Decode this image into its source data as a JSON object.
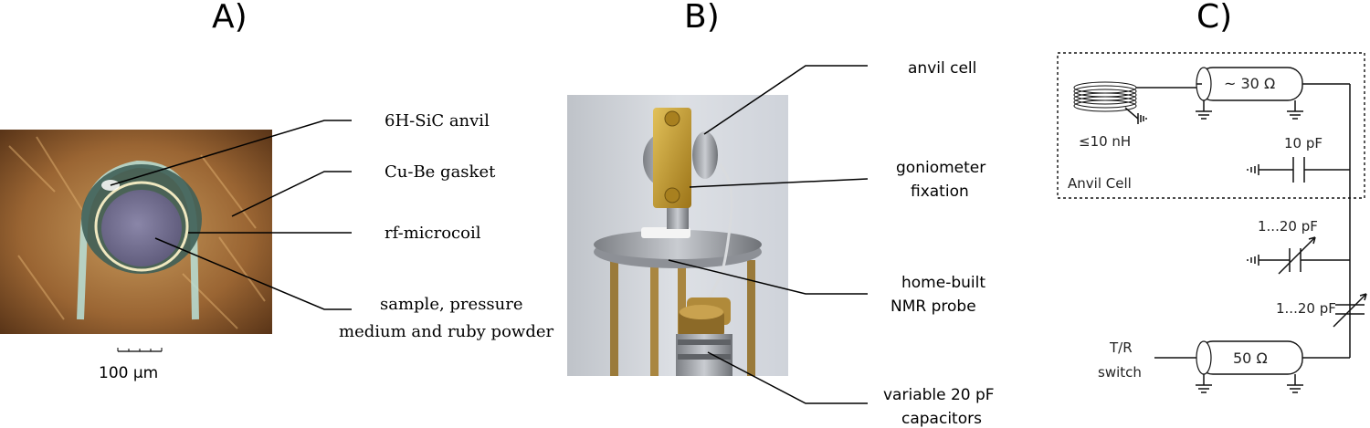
{
  "panels": {
    "a": {
      "title": "A)",
      "labels": {
        "anvil": "6H-SiC anvil",
        "gasket": "Cu-Be gasket",
        "microcoil": "rf-microcoil",
        "sample_line1": "sample, pressure",
        "sample_line2": "medium and ruby powder"
      },
      "scale_bar": "100 µm"
    },
    "b": {
      "title": "B)",
      "labels": {
        "anvil_cell": "anvil cell",
        "gonio_line1": "goniometer",
        "gonio_line2": "fixation",
        "probe_line1": "home-built",
        "probe_line2": "NMR probe",
        "caps_line1": "variable 20 pF",
        "caps_line2": "capacitors"
      }
    },
    "c": {
      "title": "C)",
      "box_label": "Anvil Cell",
      "inductance": "≤10 nH",
      "line_impedance": "~ 30 Ω",
      "fixed_cap": "10 pF",
      "var_cap_1": "1...20 pF",
      "var_cap_2": "1...20 pF",
      "tr_line1": "T/R",
      "tr_line2": "switch",
      "cable_impedance": "50 Ω"
    }
  },
  "colors": {
    "photo_a_base": "#8a5a2e",
    "photo_b_bg": "#cfd3da",
    "brass": "#c89b2c"
  }
}
